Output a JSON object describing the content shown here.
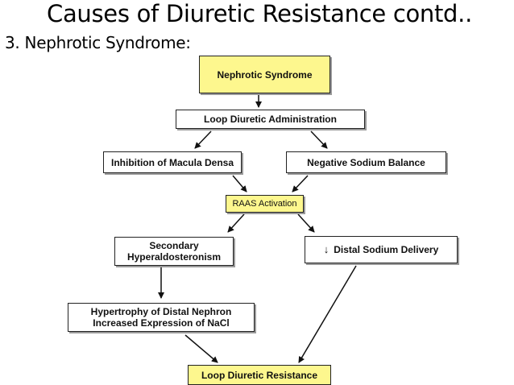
{
  "slide": {
    "title": "Causes of Diuretic Resistance contd..",
    "subtitle": "3. Nephrotic Syndrome:"
  },
  "diagram": {
    "nodes": {
      "nephrotic": "Nephrotic Syndrome",
      "loop_admin": "Loop Diuretic Administration",
      "macula_densa": "Inhibition of Macula Densa",
      "neg_sodium": "Negative Sodium Balance",
      "raas": "RAAS Activation",
      "secondary_line1": "Secondary",
      "secondary_line2": "Hyperaldosteronism",
      "distal_delivery": "Distal Sodium Delivery",
      "distal_delivery_arrow": "↓",
      "hypertrophy_line1": "Hypertrophy of Distal Nephron",
      "hypertrophy_line2": "Increased Expression of NaCl",
      "resistance": "Loop Diuretic Resistance"
    },
    "colors": {
      "highlight": "#fdf78e",
      "border": "#222222"
    }
  }
}
